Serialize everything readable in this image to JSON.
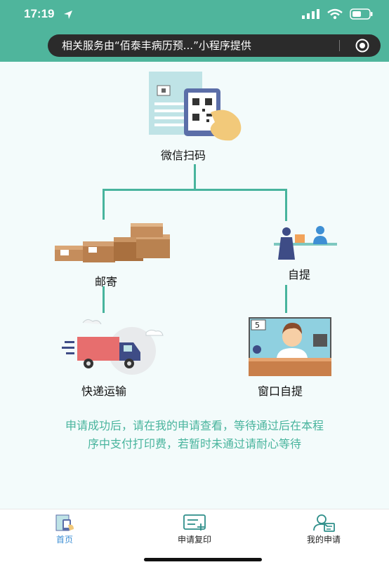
{
  "status_bar": {
    "time": "17:19"
  },
  "miniapp_notice": "相关服务由“佰泰丰病历预...”小程序提供",
  "flow": {
    "scan": "微信扫码",
    "mail": "邮寄",
    "pickup": "自提",
    "express": "快递运输",
    "window": "窗口自提"
  },
  "notice": {
    "line1": "申请成功后，请在我的申请查看，等待通过后在本程",
    "line2": "序中支付打印费，若暂时未通过请耐心等待"
  },
  "tabbar": {
    "home": "首页",
    "apply": "申请复印",
    "mine": "我的申请"
  },
  "colors": {
    "brand": "#4fb59c",
    "accent": "#48b49d"
  }
}
